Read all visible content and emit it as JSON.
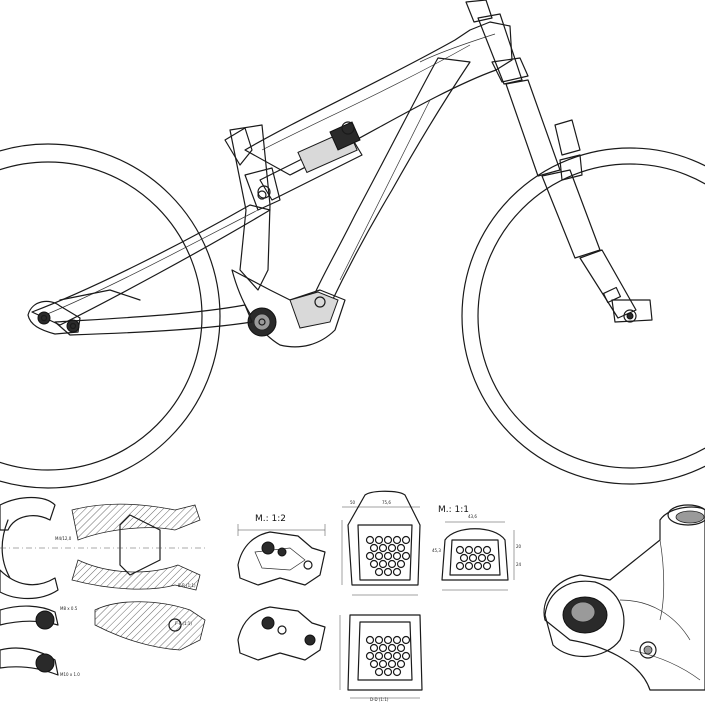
{
  "drawing": {
    "scale_labels": [
      "M.: 1:2",
      "M.: 1:1"
    ],
    "detail_labels": [
      "B-B (1:1)",
      "F-F (1:1)",
      "D-D (1:1)"
    ],
    "dimension_texts": [
      "50",
      "75,6",
      "43,6",
      "20",
      "24",
      "45,3"
    ]
  }
}
